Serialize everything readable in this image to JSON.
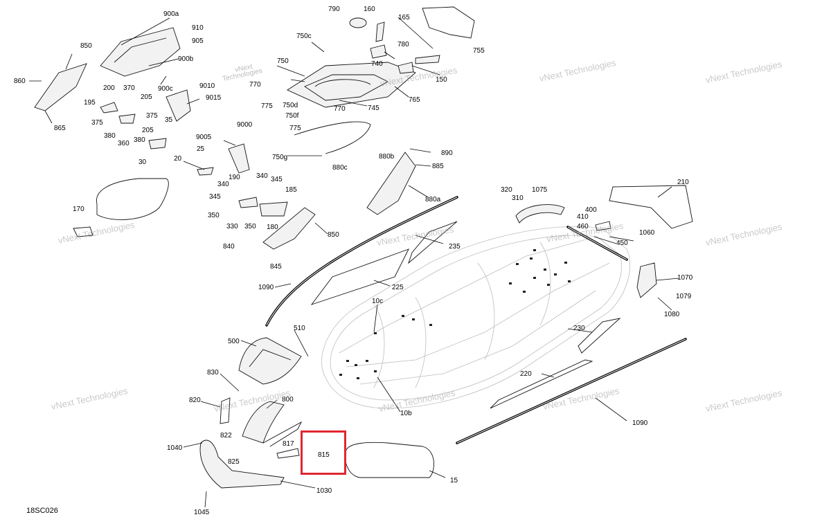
{
  "drawing_code": "18SC026",
  "watermark": {
    "line1": "vNext",
    "line2": "Technologies",
    "inline": "vNext Technologies"
  },
  "highlight": {
    "color": "#e0262e",
    "target_callout": "815"
  },
  "callouts": [
    "900a",
    "910",
    "905",
    "900b",
    "900c",
    "850",
    "860",
    "865",
    "200",
    "370",
    "205",
    "195",
    "375",
    "375",
    "205",
    "380",
    "360",
    "380",
    "35",
    "30",
    "9010",
    "9015",
    "9005",
    "9000",
    "25",
    "20",
    "790",
    "160",
    "165",
    "755",
    "750c",
    "780",
    "740",
    "150",
    "750",
    "770",
    "775",
    "750d",
    "750f",
    "770",
    "775",
    "745",
    "765",
    "750g",
    "880b",
    "890",
    "880c",
    "885",
    "880a",
    "190",
    "340",
    "345",
    "340",
    "345",
    "185",
    "350",
    "330",
    "350",
    "180",
    "850",
    "840",
    "845",
    "170",
    "320",
    "1075",
    "310",
    "410",
    "400",
    "460",
    "1060",
    "450",
    "210",
    "235",
    "225",
    "1090",
    "10c",
    "1070",
    "1079",
    "1080",
    "230",
    "220",
    "1090",
    "510",
    "500",
    "830",
    "820",
    "800",
    "822",
    "817",
    "815",
    "1040",
    "825",
    "1030",
    "1045",
    "10b",
    "15"
  ]
}
